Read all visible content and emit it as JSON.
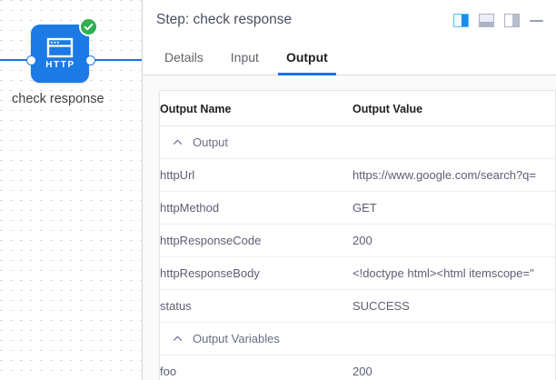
{
  "canvas": {
    "node": {
      "icon_name": "http-browser-icon",
      "icon_label": "HTTP",
      "caption": "check response",
      "status_icon": "check-circle-icon",
      "node_color": "#1b7ae4",
      "status_color": "#2eb050",
      "edge_color": "#1a73e8"
    }
  },
  "panel": {
    "header": {
      "title": "Step: check response",
      "actions": [
        {
          "name": "layout-right-panel-button",
          "state": "active"
        },
        {
          "name": "layout-bottom-panel-button",
          "state": "inactive"
        },
        {
          "name": "layout-side-panel-button",
          "state": "inactive"
        },
        {
          "name": "minimize-panel-button",
          "state": "inactive"
        }
      ],
      "accent_color": "#1a73e8"
    },
    "tabs": [
      {
        "label": "Details",
        "active": false
      },
      {
        "label": "Input",
        "active": false
      },
      {
        "label": "Output",
        "active": true
      }
    ],
    "table": {
      "headers": {
        "name": "Output Name",
        "value": "Output Value"
      },
      "groups": [
        {
          "label": "Output",
          "expanded": true,
          "rows": [
            {
              "name": "httpUrl",
              "value": "https://www.google.com/search?q="
            },
            {
              "name": "httpMethod",
              "value": "GET"
            },
            {
              "name": "httpResponseCode",
              "value": "200"
            },
            {
              "name": "httpResponseBody",
              "value": "<!doctype html><html itemscope=\""
            },
            {
              "name": "status",
              "value": "SUCCESS"
            }
          ]
        },
        {
          "label": "Output Variables",
          "expanded": true,
          "rows": [
            {
              "name": "foo",
              "value": "200"
            }
          ]
        }
      ]
    }
  }
}
